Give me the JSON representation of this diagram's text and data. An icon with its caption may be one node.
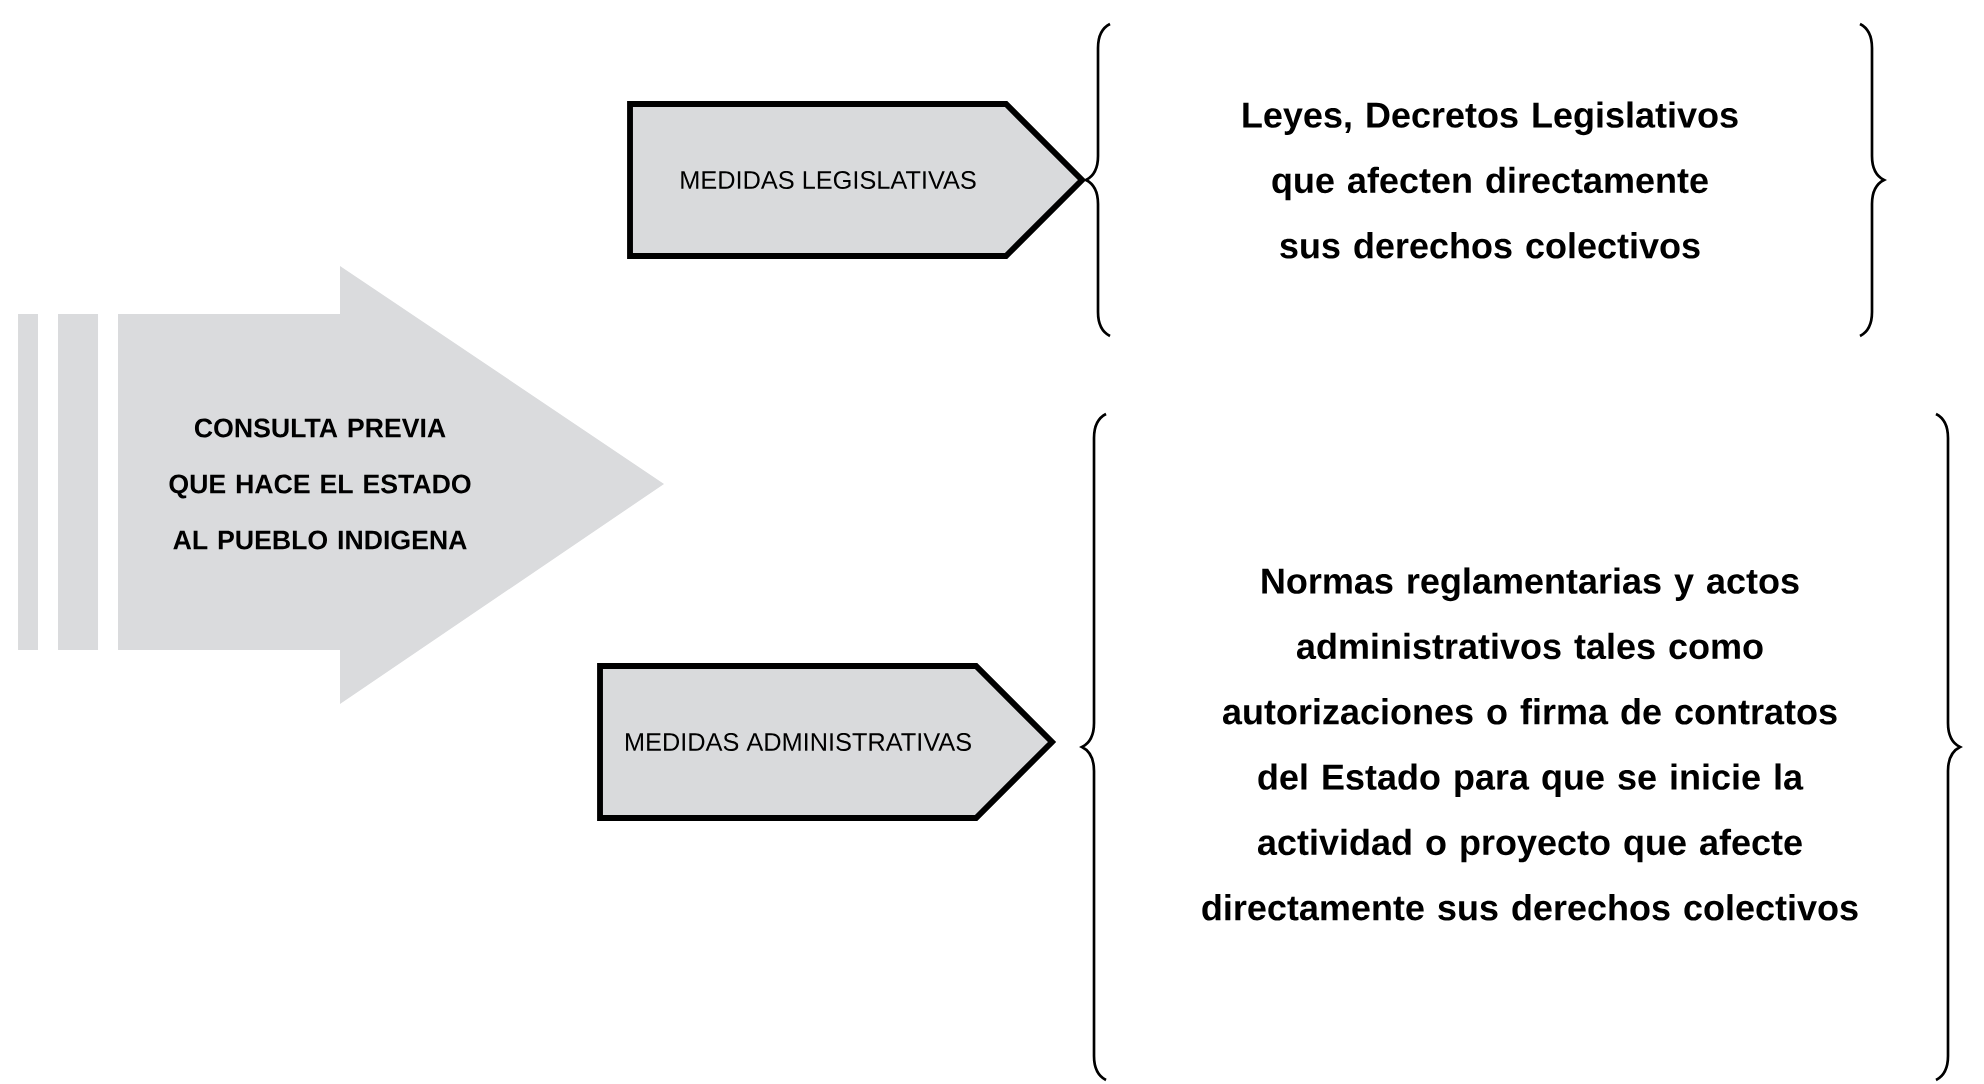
{
  "diagram": {
    "nodes": [
      {
        "text": [
          "CONSULTA PREVIA QUE HACE EL ESTADO AL PUEBLO INDIGENA"
        ]
      },
      {
        "text": [
          "MEDIDAS LEGISLATIVAS"
        ]
      },
      {
        "text": [
          "Leyes, Decretos Legislativos que afecten directamente sus derechos colectivos"
        ]
      },
      {
        "text": [
          "MEDIDAS ADMINISTRATIVAS"
        ]
      },
      {
        "text": [
          "Normas reglamentarias y actos administrativos tales como autorizaciones o firma de contratos del Estado para que se inicie la actividad o proyecto que afecte directamente sus derechos colectivos"
        ]
      }
    ]
  }
}
